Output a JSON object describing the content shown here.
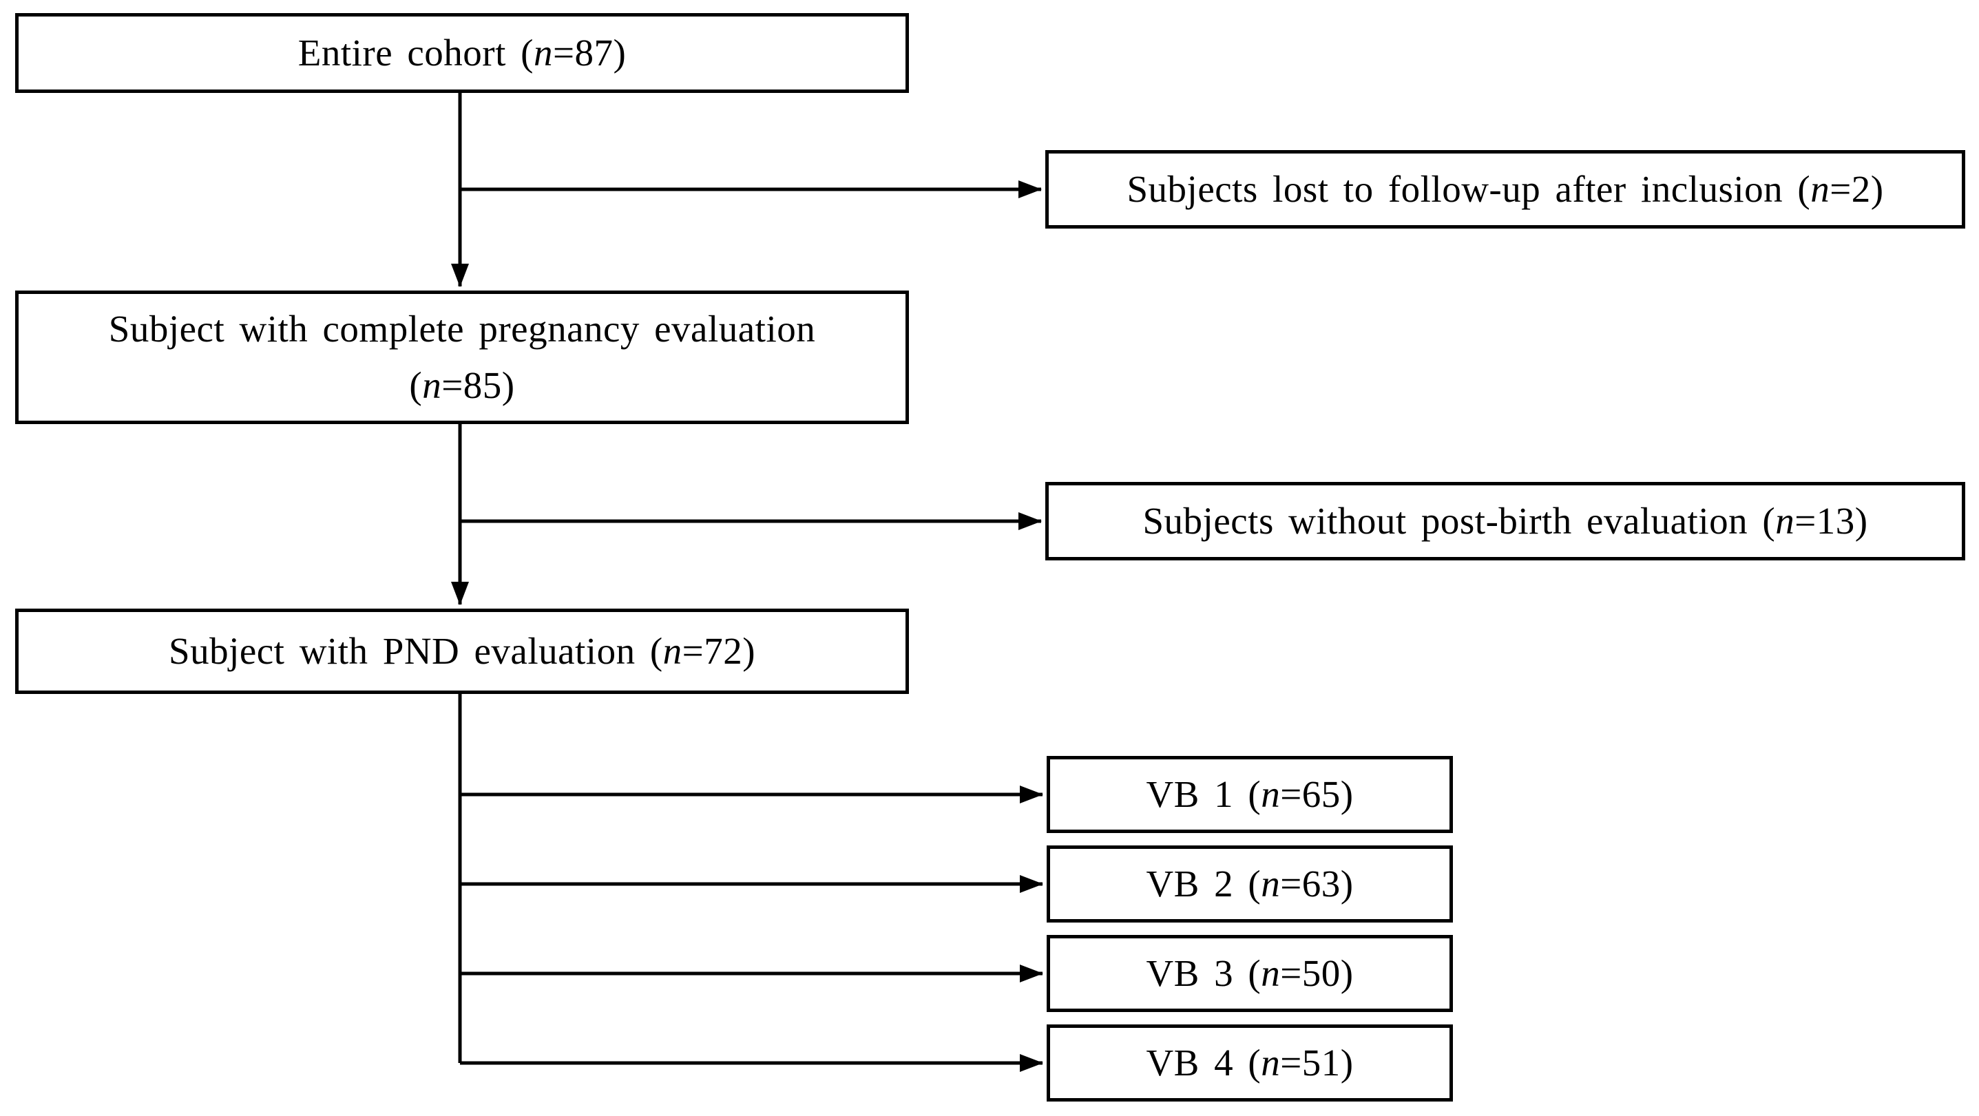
{
  "diagram": {
    "type": "flowchart",
    "colors": {
      "background": "#ffffff",
      "line": "#000000",
      "text": "#000000"
    },
    "nodes": {
      "entire_cohort": {
        "pre": "Entire cohort (",
        "n": "n",
        "post": "=87)"
      },
      "lost_followup": {
        "pre": "Subjects lost to follow-up after inclusion (",
        "n": "n",
        "post": "=2)"
      },
      "complete_pregnancy": {
        "line1": "Subject with complete pregnancy evaluation",
        "pre": "(",
        "n": "n",
        "post": "=85)"
      },
      "no_postbirth": {
        "pre": "Subjects without post-birth evaluation (",
        "n": "n",
        "post": "=13)"
      },
      "pnd_evaluation": {
        "pre": "Subject with PND evaluation (",
        "n": "n",
        "post": "=72)"
      },
      "vb1": {
        "pre": "VB 1 (",
        "n": "n",
        "post": "=65)"
      },
      "vb2": {
        "pre": "VB 2 (",
        "n": "n",
        "post": "=63)"
      },
      "vb3": {
        "pre": "VB 3 (",
        "n": "n",
        "post": "=50)"
      },
      "vb4": {
        "pre": "VB 4 (",
        "n": "n",
        "post": "=51)"
      }
    }
  }
}
